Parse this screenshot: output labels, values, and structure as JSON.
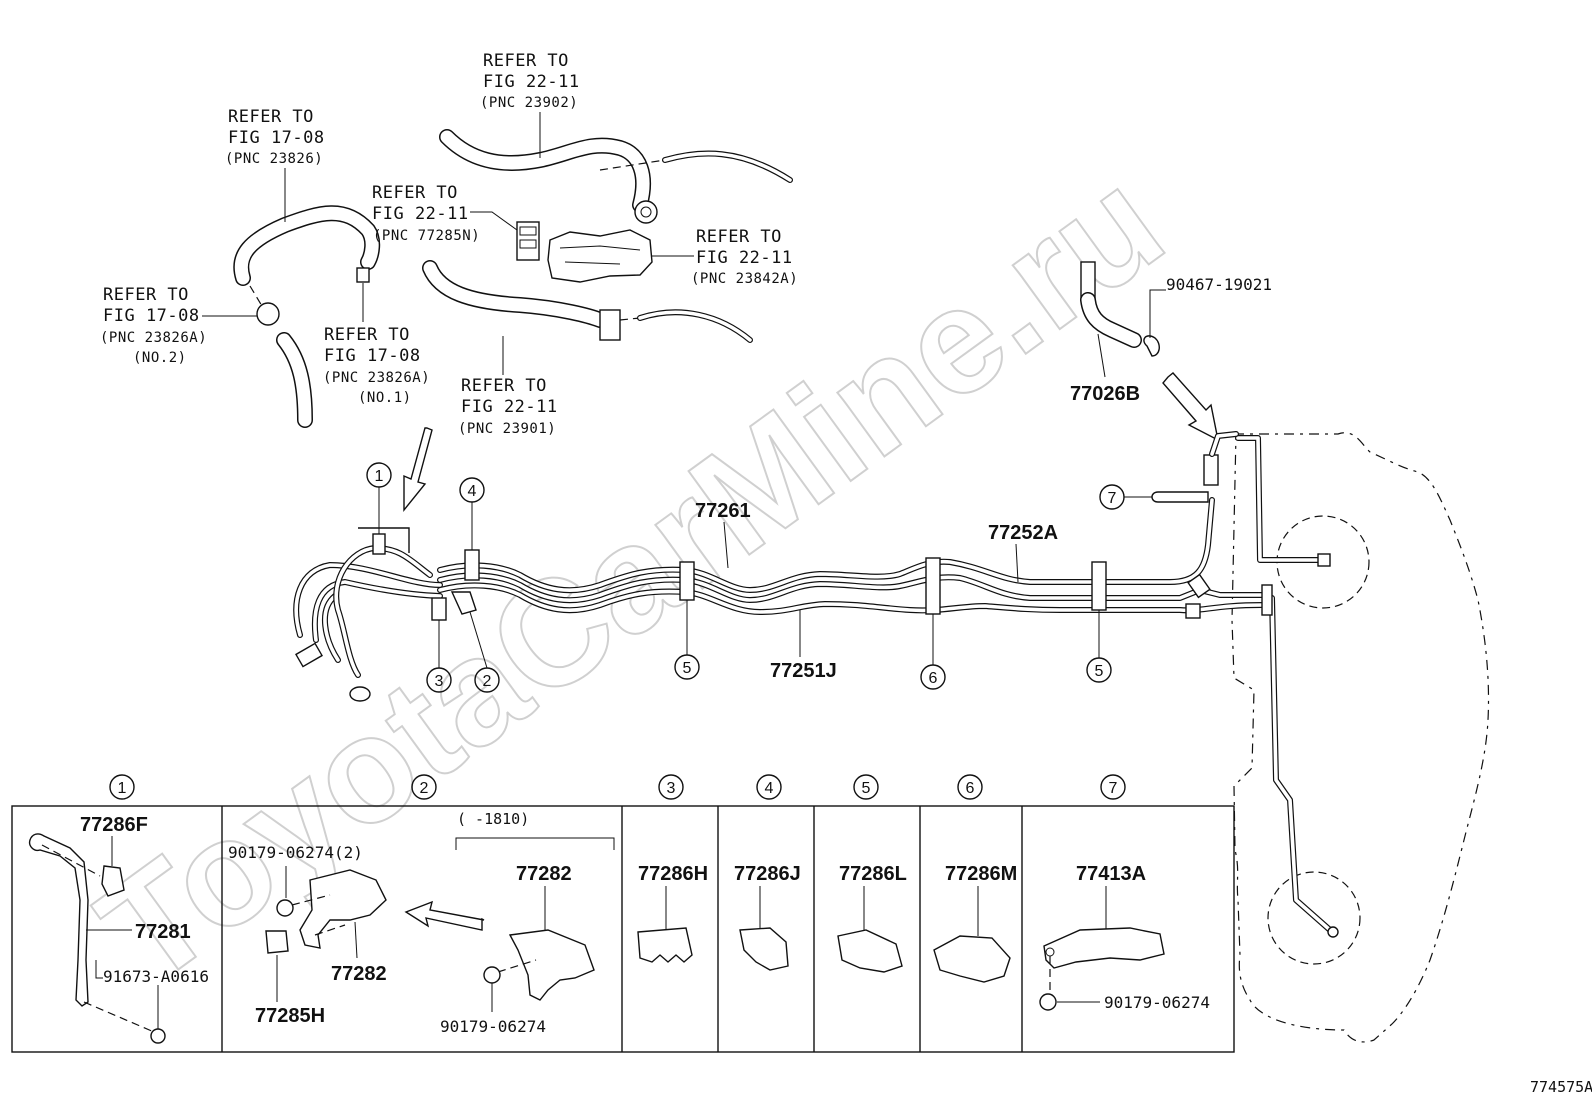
{
  "watermark": "ToyotaCarMine.ru",
  "figure_code": "774575A",
  "refs": {
    "r1": {
      "line1": "REFER TO",
      "line2": "FIG 22-11",
      "pnc": "(PNC 23902)"
    },
    "r2": {
      "line1": "REFER TO",
      "line2": "FIG 17-08",
      "pnc": "(PNC 23826)"
    },
    "r3": {
      "line1": "REFER TO",
      "line2": "FIG 22-11",
      "pnc": "(PNC 77285N)"
    },
    "r4": {
      "line1": "REFER TO",
      "line2": "FIG 22-11",
      "pnc": "(PNC 23842A)"
    },
    "r5": {
      "line1": "REFER TO",
      "line2": "FIG 17-08",
      "pnc": "(PNC 23826A)",
      "note": "(NO.2)"
    },
    "r6": {
      "line1": "REFER TO",
      "line2": "FIG 17-08",
      "pnc": "(PNC 23826A)",
      "note": "(NO.1)"
    },
    "r7": {
      "line1": "REFER TO",
      "line2": "FIG 22-11",
      "pnc": "(PNC 23901)"
    }
  },
  "main_parts": {
    "p77261": "77261",
    "p77252A": "77252A",
    "p77251J": "77251J",
    "p77026B": "77026B",
    "p90467": "90467-19021"
  },
  "callouts": [
    "1",
    "2",
    "3",
    "4",
    "5",
    "6",
    "7"
  ],
  "legend": {
    "c1": {
      "num": "1",
      "parts": [
        "77286F",
        "77281",
        "91673-A0616"
      ]
    },
    "c2": {
      "num": "2",
      "date_range": "(   -1810)",
      "parts": [
        "90179-06274(2)",
        "77282",
        "77285H",
        "77282",
        "90179-06274"
      ]
    },
    "c3": {
      "num": "3",
      "parts": [
        "77286H"
      ]
    },
    "c4": {
      "num": "4",
      "parts": [
        "77286J"
      ]
    },
    "c5": {
      "num": "5",
      "parts": [
        "77286L"
      ]
    },
    "c6": {
      "num": "6",
      "parts": [
        "77286M"
      ]
    },
    "c7": {
      "num": "7",
      "parts": [
        "77413A",
        "90179-06274"
      ]
    }
  }
}
